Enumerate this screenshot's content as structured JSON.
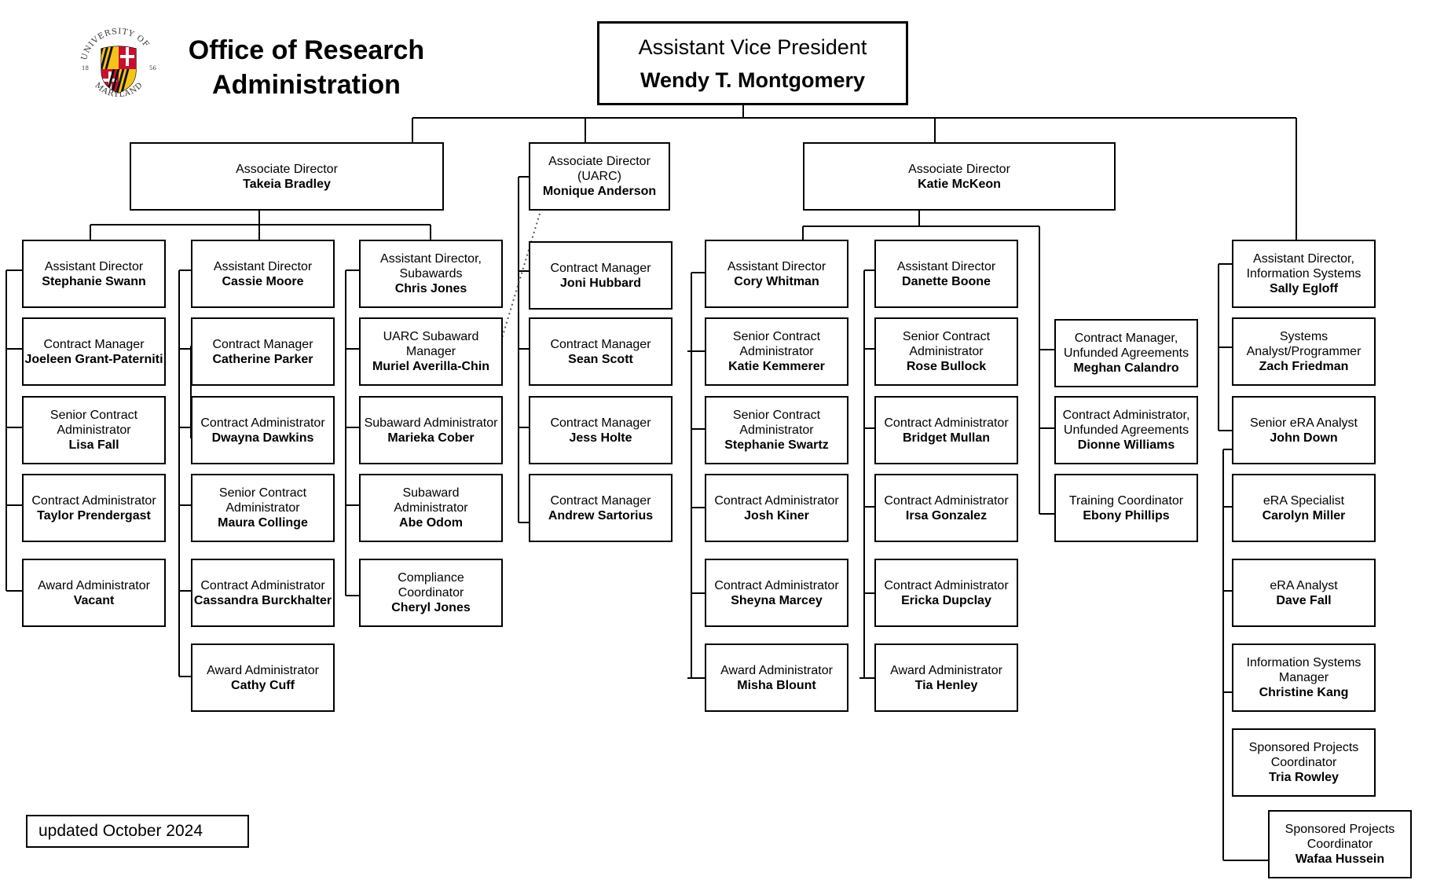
{
  "header": {
    "title": "Office of Research\nAdministration",
    "logo": {
      "ring_text": "UNIVERSITY OF MARYLAND",
      "year_left": "18",
      "year_right": "56"
    }
  },
  "footer": {
    "updated": "updated October 2024"
  },
  "top": {
    "title": "Assistant Vice President",
    "name": "Wendy T. Montgomery"
  },
  "boxes": [
    {
      "id": "b1",
      "title": "Associate Director",
      "name": "Takeia Bradley"
    },
    {
      "id": "u1",
      "title": "Associate Director\n(UARC)",
      "name": "Monique Anderson"
    },
    {
      "id": "k1",
      "title": "Associate Director",
      "name": "Katie McKeon"
    },
    {
      "id": "c1a",
      "title": "Assistant Director",
      "name": "Stephanie Swann"
    },
    {
      "id": "c1b",
      "title": "Contract Manager",
      "name": "Joeleen Grant-Paterniti"
    },
    {
      "id": "c1c",
      "title": "Senior Contract\nAdministrator",
      "name": "Lisa Fall"
    },
    {
      "id": "c1d",
      "title": "Contract Administrator",
      "name": "Taylor Prendergast"
    },
    {
      "id": "c1e",
      "title": "Award Administrator",
      "name": "Vacant"
    },
    {
      "id": "c2a",
      "title": "Assistant Director",
      "name": "Cassie Moore"
    },
    {
      "id": "c2b",
      "title": "Contract Manager",
      "name": "Catherine Parker"
    },
    {
      "id": "c2c",
      "title": "Contract Administrator",
      "name": "Dwayna Dawkins"
    },
    {
      "id": "c2d",
      "title": "Senior Contract\nAdministrator",
      "name": "Maura Collinge"
    },
    {
      "id": "c2e",
      "title": "Contract Administrator",
      "name": "Cassandra Burckhalter"
    },
    {
      "id": "c2f",
      "title": "Award Administrator",
      "name": "Cathy Cuff"
    },
    {
      "id": "c3a",
      "title": "Assistant Director,\nSubawards",
      "name": "Chris Jones"
    },
    {
      "id": "c3b",
      "title": "UARC Subaward\nManager",
      "name": "Muriel Averilla-Chin"
    },
    {
      "id": "c3c",
      "title": "Subaward Administrator",
      "name": "Marieka Cober"
    },
    {
      "id": "c3d",
      "title": "Subaward\nAdministrator",
      "name": "Abe Odom"
    },
    {
      "id": "c3e",
      "title": "Compliance\nCoordinator",
      "name": "Cheryl Jones"
    },
    {
      "id": "c4a",
      "title": "Contract Manager",
      "name": "Joni Hubbard"
    },
    {
      "id": "c4b",
      "title": "Contract Manager",
      "name": "Sean Scott"
    },
    {
      "id": "c4c",
      "title": "Contract Manager",
      "name": "Jess Holte"
    },
    {
      "id": "c4d",
      "title": "Contract Manager",
      "name": "Andrew Sartorius"
    },
    {
      "id": "c5a",
      "title": "Assistant Director",
      "name": "Cory Whitman"
    },
    {
      "id": "c5b",
      "title": "Senior Contract\nAdministrator",
      "name": "Katie Kemmerer"
    },
    {
      "id": "c5c",
      "title": "Senior Contract\nAdministrator",
      "name": "Stephanie Swartz"
    },
    {
      "id": "c5d",
      "title": "Contract Administrator",
      "name": "Josh Kiner"
    },
    {
      "id": "c5e",
      "title": "Contract Administrator",
      "name": "Sheyna Marcey"
    },
    {
      "id": "c5f",
      "title": "Award Administrator",
      "name": "Misha Blount"
    },
    {
      "id": "c6a",
      "title": "Assistant Director",
      "name": "Danette Boone"
    },
    {
      "id": "c6b",
      "title": "Senior Contract\nAdministrator",
      "name": "Rose Bullock"
    },
    {
      "id": "c6c",
      "title": "Contract Administrator",
      "name": "Bridget Mullan"
    },
    {
      "id": "c6d",
      "title": "Contract Administrator",
      "name": "Irsa Gonzalez"
    },
    {
      "id": "c6e",
      "title": "Contract Administrator",
      "name": "Ericka Dupclay"
    },
    {
      "id": "c6f",
      "title": "Award Administrator",
      "name": "Tia Henley"
    },
    {
      "id": "c7a",
      "title": "Contract Manager,\nUnfunded Agreements",
      "name": "Meghan Calandro"
    },
    {
      "id": "c7b",
      "title": "Contract Administrator,\nUnfunded Agreements",
      "name": "Dionne Williams"
    },
    {
      "id": "c7c",
      "title": "Training Coordinator",
      "name": "Ebony Phillips"
    },
    {
      "id": "c8a",
      "title": "Assistant Director,\nInformation Systems",
      "name": "Sally Egloff"
    },
    {
      "id": "c8b",
      "title": "Systems\nAnalyst/Programmer",
      "name": "Zach Friedman"
    },
    {
      "id": "c8c",
      "title": "Senior eRA Analyst",
      "name": "John Down"
    },
    {
      "id": "c8d",
      "title": "eRA Specialist",
      "name": "Carolyn Miller"
    },
    {
      "id": "c8e",
      "title": "eRA Analyst",
      "name": "Dave Fall"
    },
    {
      "id": "c8f",
      "title": "Information Systems\nManager",
      "name": "Christine Kang"
    },
    {
      "id": "c8g",
      "title": "Sponsored Projects\nCoordinator",
      "name": "Tria Rowley"
    },
    {
      "id": "c8h",
      "title": "Sponsored Projects\nCoordinator",
      "name": "Wafaa Hussein"
    }
  ]
}
